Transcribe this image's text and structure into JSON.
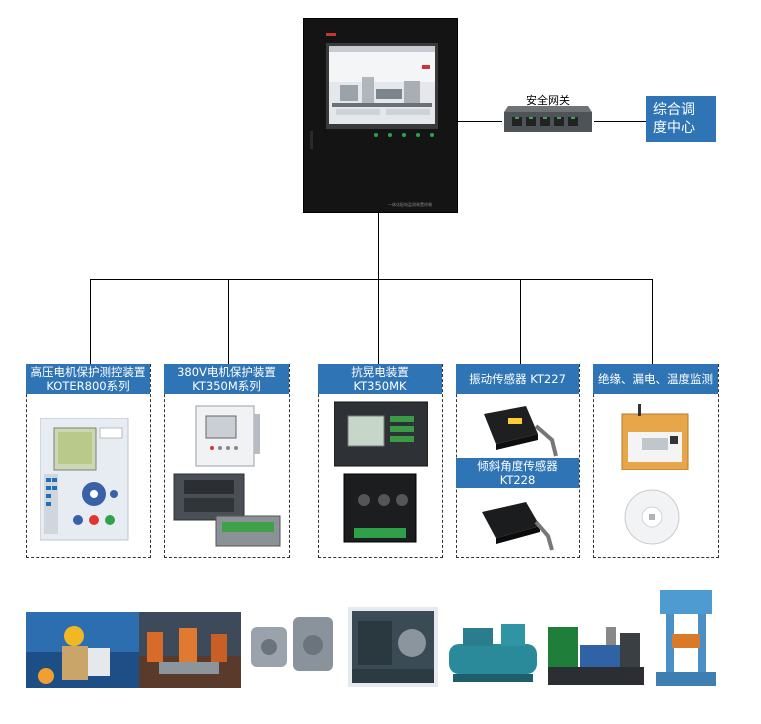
{
  "main_unit": {
    "footer_text": "一体化配电监测装置终端"
  },
  "gateway": {
    "label": "安全网关"
  },
  "dispatch_center": {
    "label_line1": "综合调",
    "label_line2": "度中心"
  },
  "devices": [
    {
      "line1": "高压电机保护测控装置",
      "line2": "KOTER800系列"
    },
    {
      "line1": "380V电机保护装置",
      "line2": "KT350M系列"
    },
    {
      "line1": "抗晃电装置",
      "line2": "KT350MK"
    },
    {
      "line1": "振动传感器 KT227",
      "line2": ""
    },
    {
      "line1": "绝缘、漏电、温度监测",
      "line2": ""
    }
  ],
  "sub_device": {
    "line1": "倾斜角度传感器",
    "line2": "KT228"
  },
  "industry_images": [
    "robot-worker",
    "car-assembly-line",
    "electric-motors",
    "air-compressor",
    "chiller-unit",
    "injection-molding-machine",
    "hydraulic-press"
  ]
}
